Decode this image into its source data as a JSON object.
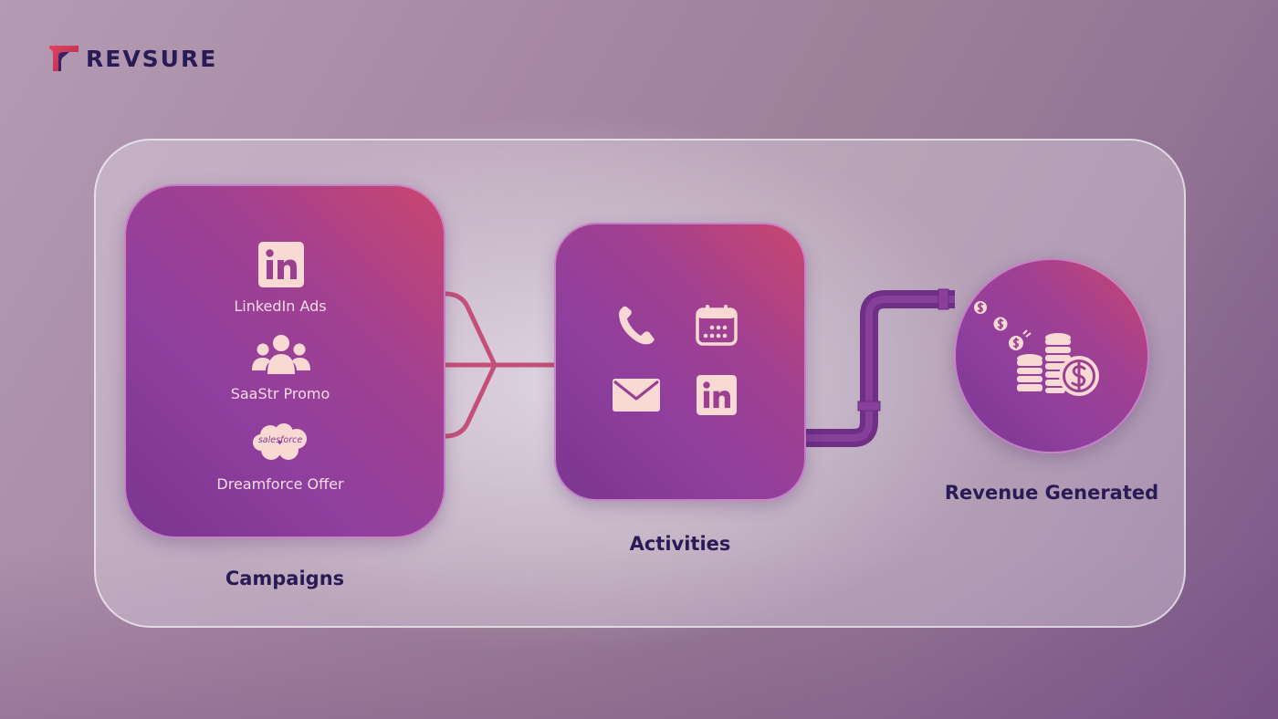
{
  "brand": {
    "name": "REVSURE"
  },
  "campaigns": {
    "title": "Campaigns",
    "items": [
      {
        "label": "LinkedIn Ads",
        "icon": "linkedin-icon"
      },
      {
        "label": "SaaStr Promo",
        "icon": "people-group-icon"
      },
      {
        "label": "Dreamforce Offer",
        "icon": "salesforce-cloud-icon",
        "icon_text": "salesforce"
      }
    ]
  },
  "activities": {
    "title": "Activities",
    "icons": [
      "phone-icon",
      "calendar-icon",
      "email-icon",
      "linkedin-icon"
    ]
  },
  "revenue": {
    "title": "Revenue Generated",
    "icon": "coin-stack-dollar-icon"
  },
  "colors": {
    "brand_navy": "#2a1a55",
    "card_pink": "#c9466e",
    "card_purple": "#8f3f9e",
    "icon_cream": "#f8d9d4",
    "pipe_purple": "#7d3a8f"
  }
}
